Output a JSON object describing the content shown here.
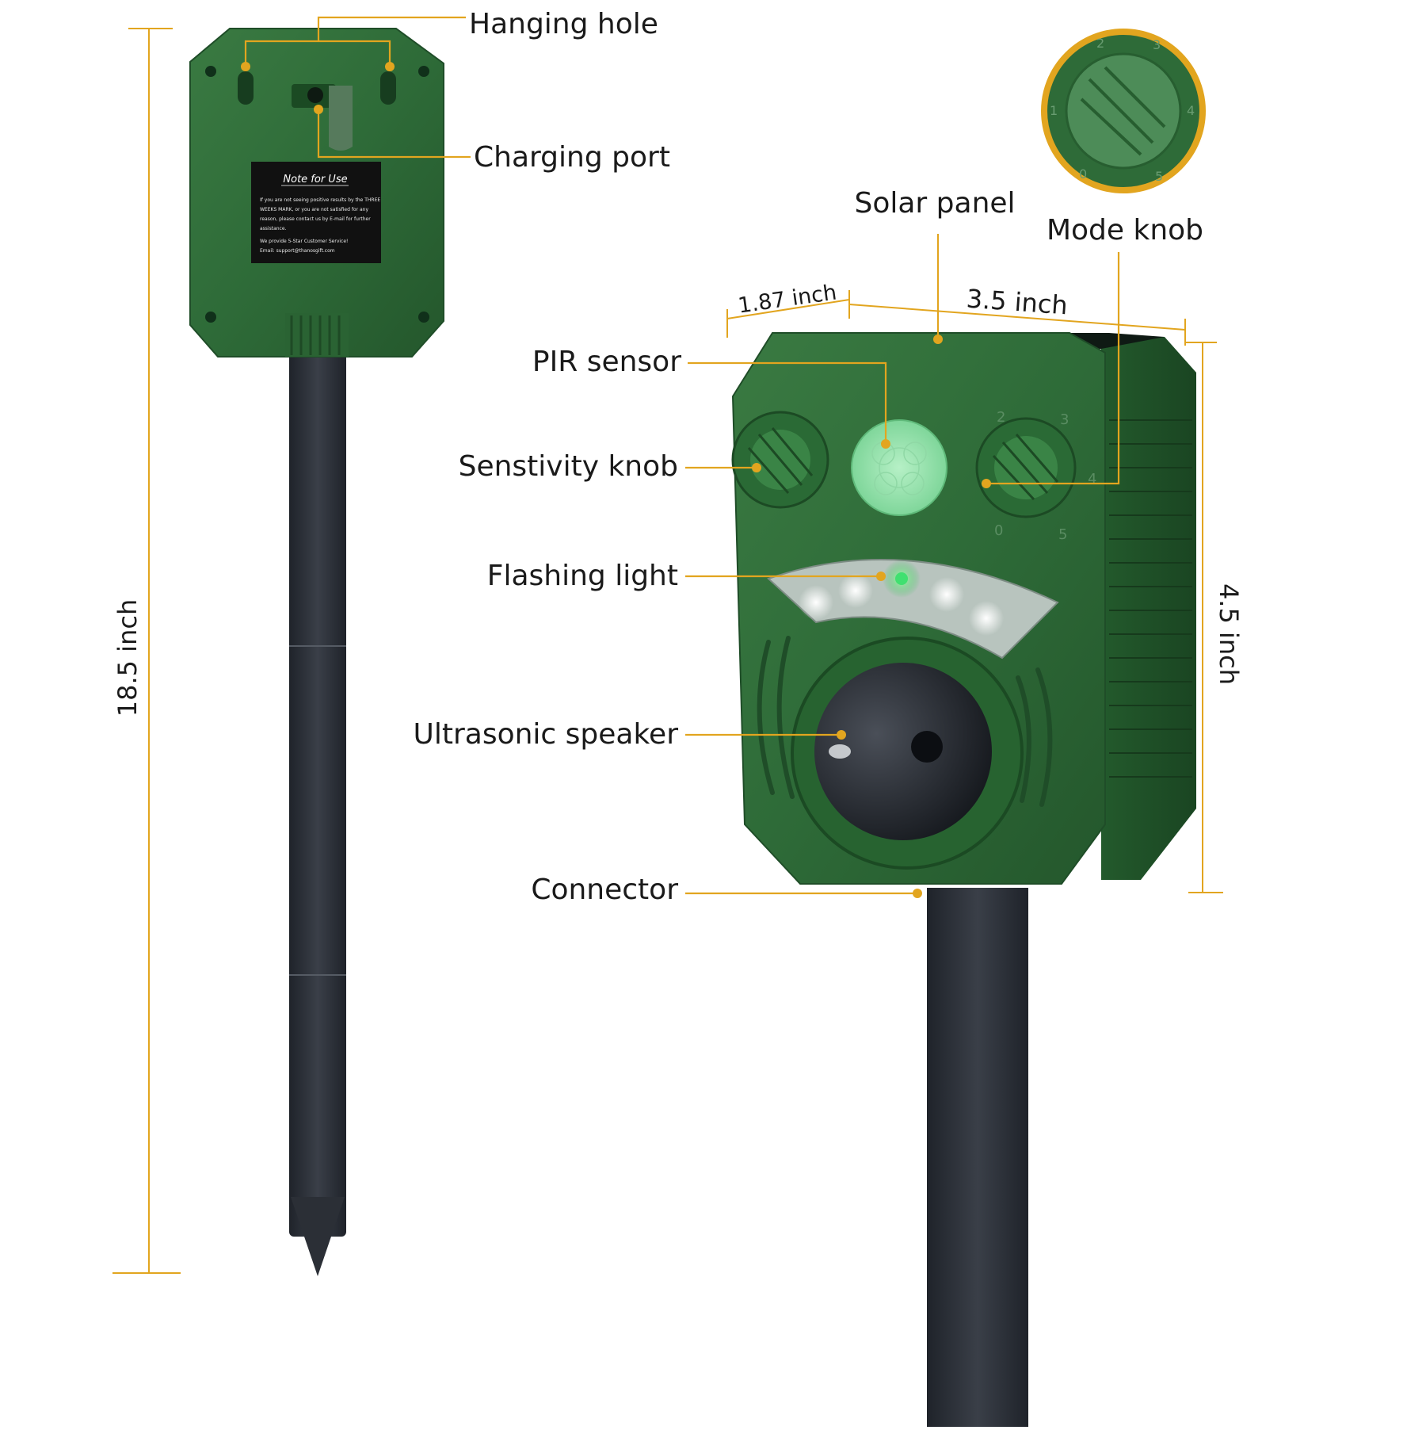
{
  "labels": {
    "hanging_hole": "Hanging hole",
    "charging_port": "Charging port",
    "solar_panel": "Solar panel",
    "mode_knob": "Mode knob",
    "pir_sensor": "PIR sensor",
    "sensitivity_knob": "Senstivity knob",
    "flashing_light": "Flashing light",
    "ultrasonic_speaker": "Ultrasonic speaker",
    "connector": "Connector"
  },
  "dimensions": {
    "total_height": "18.5 inch",
    "depth": "1.87 inch",
    "width": "3.5 inch",
    "body_height": "4.5 inch"
  },
  "note_card": {
    "title": "Note for Use",
    "line1": "If you are not seeing positive results by the THREE",
    "line2": "WEEKS MARK, or you are not satisfied for any",
    "line3": "reason, please contact us by E-mail for further",
    "line4": "assistance.",
    "line5": "We provide 5-Star Customer Service!",
    "line6": "Email: support@thanosgift.com"
  },
  "knob_numbers": [
    "0",
    "1",
    "2",
    "3",
    "4",
    "5"
  ],
  "colors": {
    "accent": "#e2a51f",
    "device_green": "#2e6b38",
    "device_dark": "#1f4d28",
    "stake": "#2b2f36"
  }
}
